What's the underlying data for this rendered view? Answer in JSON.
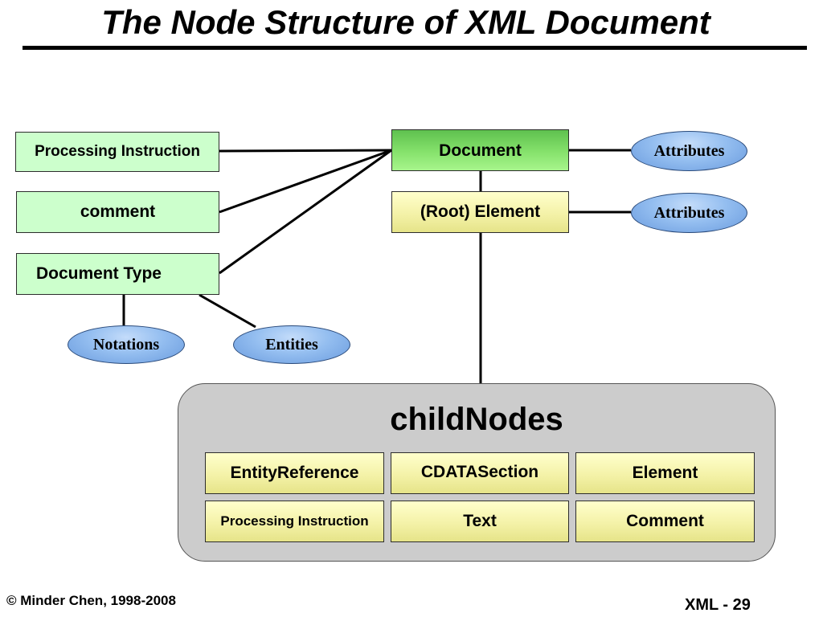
{
  "title": "The Node Structure of XML Document",
  "nodes": {
    "processing_instruction": "Processing Instruction",
    "comment": "comment",
    "document_type": "Document Type",
    "document": "Document",
    "root_element": "(Root) Element",
    "document_attributes": "Attributes",
    "element_attributes": "Attributes",
    "notations": "Notations",
    "entities": "Entities"
  },
  "child_nodes": {
    "title": "childNodes",
    "items": [
      "EntityReference",
      "CDATASection",
      "Element",
      "Processing Instruction",
      "Text",
      "Comment"
    ]
  },
  "footer": {
    "copyright": "© Minder Chen, 1998-2008",
    "page": "XML - 29"
  },
  "colors": {
    "mint_box": "#ccffcc",
    "document_green": "#86e26c",
    "yellow_box": "#f4f2a8",
    "ellipse_blue": "#94bef0",
    "panel_gray": "#cccccc"
  }
}
